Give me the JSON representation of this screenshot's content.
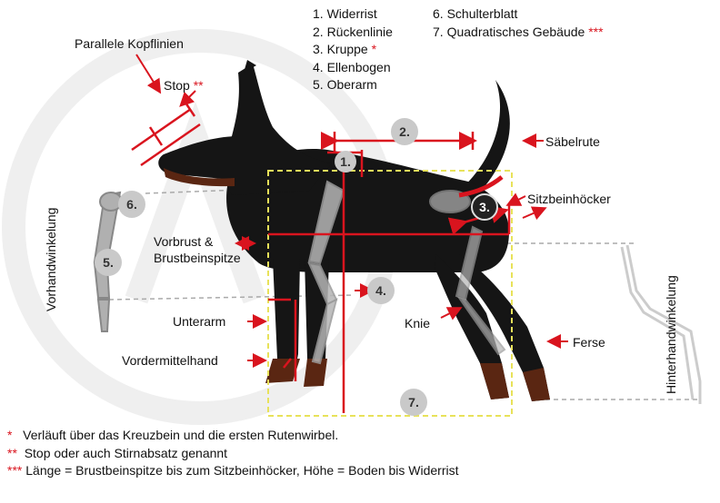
{
  "legend": {
    "col1": [
      "1. Widerrist",
      "2. Rückenlinie",
      "3. Kruppe",
      "4. Ellenbogen",
      "5. Oberarm"
    ],
    "col1_marks": [
      "",
      "",
      "*",
      "",
      ""
    ],
    "col2": [
      "6. Schulterblatt",
      "7. Quadratisches Gebäude"
    ],
    "col2_marks": [
      "",
      "***"
    ]
  },
  "labels": {
    "parallele_kopflinien": "Parallele Kopflinien",
    "stop": "Stop",
    "stop_mark": "**",
    "saebelrute": "Säbelrute",
    "sitzbeinhoecker": "Sitzbeinhöcker",
    "vorbrust": "Vorbrust &",
    "brustbeinspitze": "Brustbeinspitze",
    "unterarm": "Unterarm",
    "vordermittelhand": "Vordermittelhand",
    "knie": "Knie",
    "ferse": "Ferse",
    "vorhandwinkelung": "Vorhandwinkelung",
    "hinterhandwinkelung": "Hinterhandwinkelung"
  },
  "badges": [
    "1.",
    "2.",
    "3.",
    "4.",
    "5.",
    "6.",
    "7."
  ],
  "notes": [
    {
      "mark": "*",
      "text": "Verläuft über das Kreuzbein und die ersten Rutenwirbel."
    },
    {
      "mark": "**",
      "text": "Stop oder auch Stirnabsatz genannt"
    },
    {
      "mark": "***",
      "text": "Länge = Brustbeinspitze bis zum Sitzbeinhöcker, Höhe = Boden bis Widerrist"
    }
  ],
  "colors": {
    "accent_red": "#d9141e",
    "dog_body": "#151515",
    "dog_tan": "#5a2612",
    "guide_yellow": "#e8e25a",
    "bone_gray": "#9a9a9a",
    "badge_gray": "#c9c9c9",
    "watermark": "#eeeeee"
  }
}
